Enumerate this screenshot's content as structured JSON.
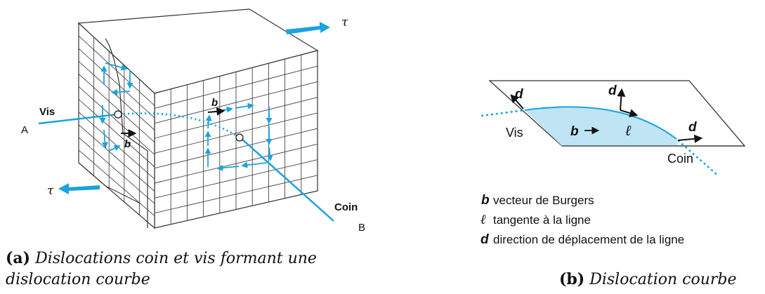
{
  "figure_a": {
    "labels": {
      "tau_top": "τ",
      "tau_bottom": "τ",
      "vis": "Vis",
      "point_a": "A",
      "point_b": "B",
      "coin": "Coin",
      "b_top": "b",
      "b_bottom": "b"
    },
    "caption": {
      "tag": "(a)",
      "line1": "Dislocations coin et vis formant une",
      "line2": "dislocation courbe"
    }
  },
  "figure_b": {
    "labels": {
      "d_left": "d",
      "d_top": "d",
      "d_right": "d",
      "vis": "Vis",
      "b": "b",
      "l": "ℓ",
      "coin": "Coin"
    },
    "legend": [
      {
        "symbol": "b",
        "text": "vecteur de Burgers"
      },
      {
        "symbol": "ℓ",
        "text": "tangente à la ligne"
      },
      {
        "symbol": "d",
        "text": "direction de déplacement de la ligne"
      }
    ],
    "caption": {
      "tag": "(b)",
      "text": "Dislocation courbe"
    }
  },
  "colors": {
    "accent": "#1aa3dc",
    "fill": "#bfe4f4",
    "ink": "#111111",
    "grid": "#444444"
  }
}
